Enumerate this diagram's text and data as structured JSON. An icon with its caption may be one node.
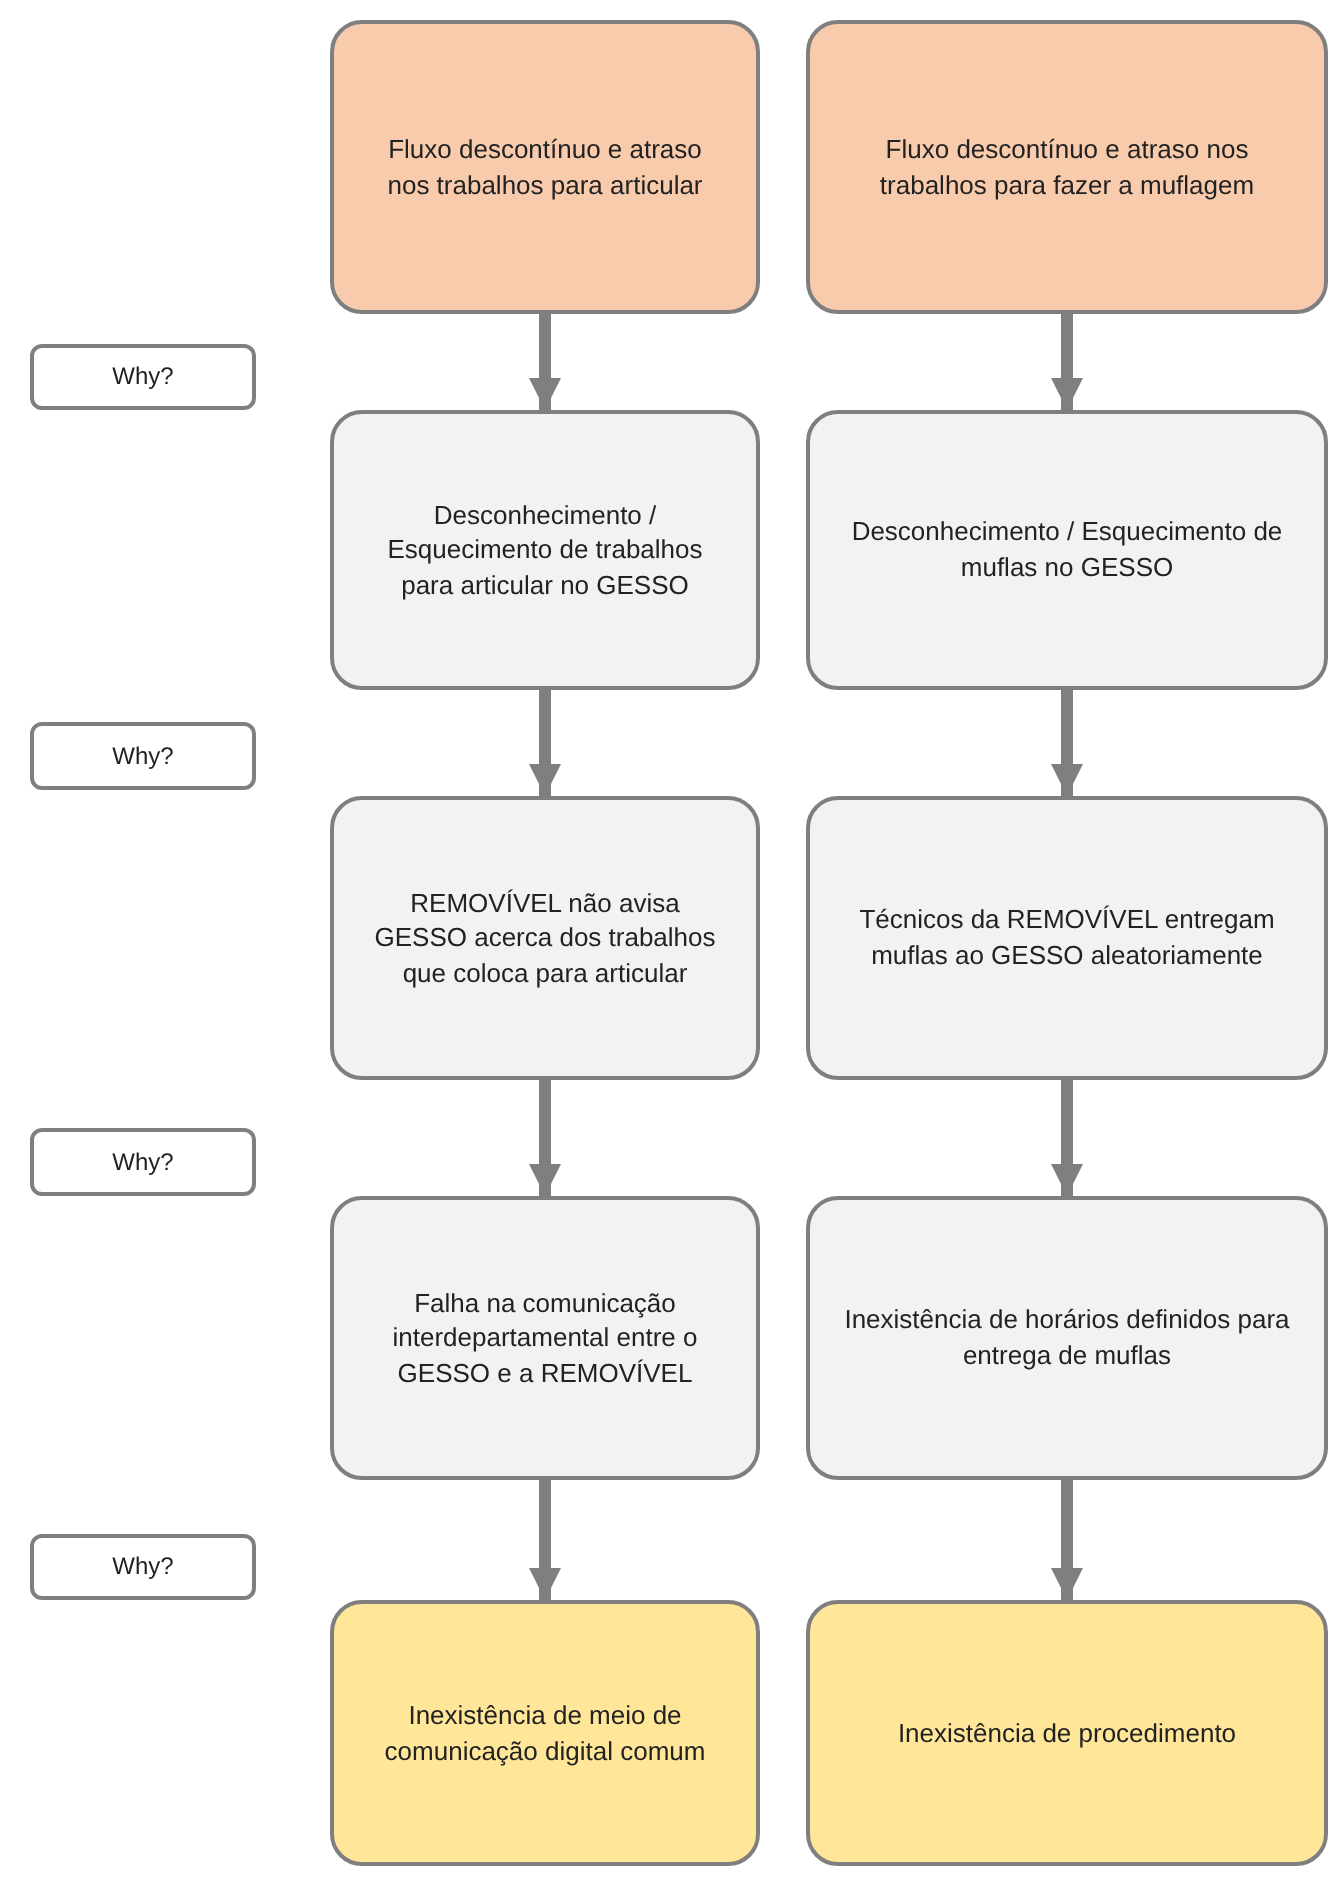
{
  "diagram": {
    "nodes": [
      {
        "text": [
          "Fluxo descontínuo e atraso nos trabalhos para articular"
        ]
      },
      {
        "text": [
          "Fluxo descontínuo e atraso nos trabalhos para fazer a muflagem"
        ]
      },
      {
        "text": [
          "Why?"
        ]
      },
      {
        "text": [
          "Desconhecimento / Esquecimento de trabalhos para articular no GESSO"
        ]
      },
      {
        "text": [
          "Desconhecimento / Esquecimento de muflas no GESSO"
        ]
      },
      {
        "text": [
          "Why?"
        ]
      },
      {
        "text": [
          "REMOVÍVEL não avisa GESSO acerca dos trabalhos que coloca para articular"
        ]
      },
      {
        "text": [
          "Técnicos da REMOVÍVEL entregam muflas ao GESSO aleatoriamente"
        ]
      },
      {
        "text": [
          "Why?"
        ]
      },
      {
        "text": [
          "Falha na comunicação interdepartamental entre o GESSO e a REMOVÍVEL"
        ]
      },
      {
        "text": [
          "Inexistência de horários definidos para entrega de muflas"
        ]
      },
      {
        "text": [
          "Why?"
        ]
      },
      {
        "text": [
          "Inexistência de meio de comunicação digital comum"
        ]
      },
      {
        "text": [
          "Inexistência de procedimento"
        ]
      }
    ],
    "edges": [
      {
        "from": 0,
        "to": 3,
        "arrow": "to"
      },
      {
        "from": 3,
        "to": 6,
        "arrow": "to"
      },
      {
        "from": 6,
        "to": 9,
        "arrow": "to"
      },
      {
        "from": 9,
        "to": 12,
        "arrow": "to"
      },
      {
        "from": 1,
        "to": 4,
        "arrow": "to"
      },
      {
        "from": 4,
        "to": 7,
        "arrow": "to"
      },
      {
        "from": 7,
        "to": 10,
        "arrow": "to"
      },
      {
        "from": 10,
        "to": 13,
        "arrow": "to"
      }
    ]
  }
}
